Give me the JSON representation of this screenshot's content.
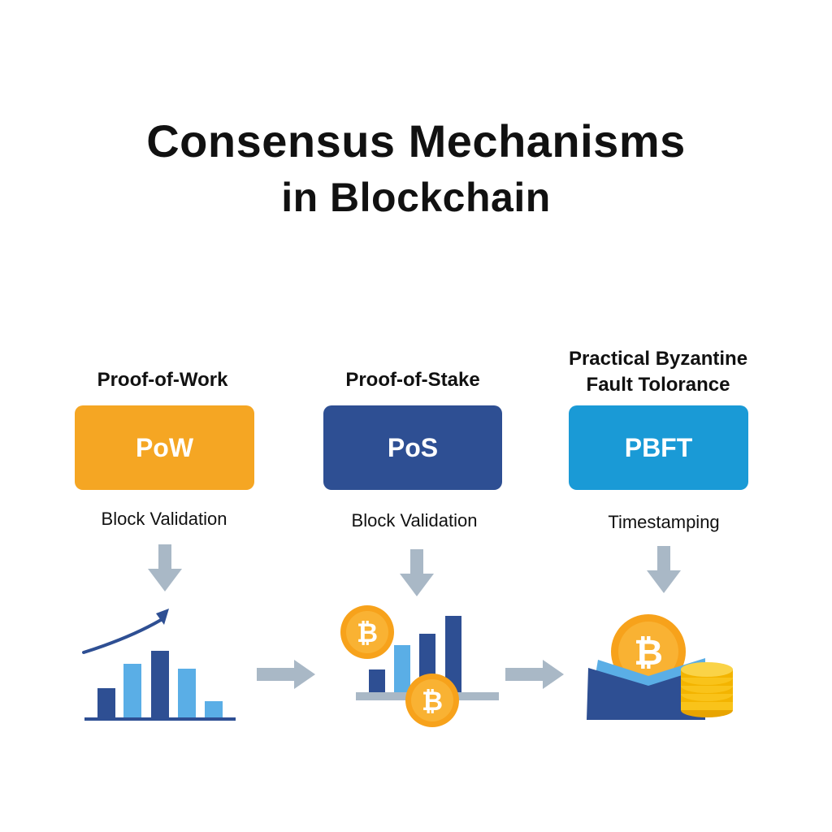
{
  "title": {
    "line1": "Consensus Mechanisms",
    "line2": "in Blockchain"
  },
  "columns": [
    {
      "heading_line1": "Proof-of-Work",
      "heading_line2": "",
      "abbreviation": "PoW",
      "caption": "Block Validation",
      "color": "#F5A623",
      "illustration": "rising-bar-chart-icon"
    },
    {
      "heading_line1": "Proof-of-Stake",
      "heading_line2": "",
      "abbreviation": "PoS",
      "caption": "Block Validation",
      "color": "#2E4F93",
      "illustration": "bar-chart-with-coins-icon"
    },
    {
      "heading_line1": "Practical Byzantine",
      "heading_line2": "Fault Tolorance",
      "abbreviation": "PBFT",
      "caption": "Timestamping",
      "color": "#1A9AD6",
      "illustration": "book-with-coins-icon"
    }
  ],
  "coin_symbol": "₿",
  "palette": {
    "dark_blue": "#2E4F93",
    "light_blue": "#5AAEE6",
    "coin_orange": "#F7A21B",
    "arrow_gray": "#A9B8C6",
    "coin_gold": "#F9C31A"
  }
}
